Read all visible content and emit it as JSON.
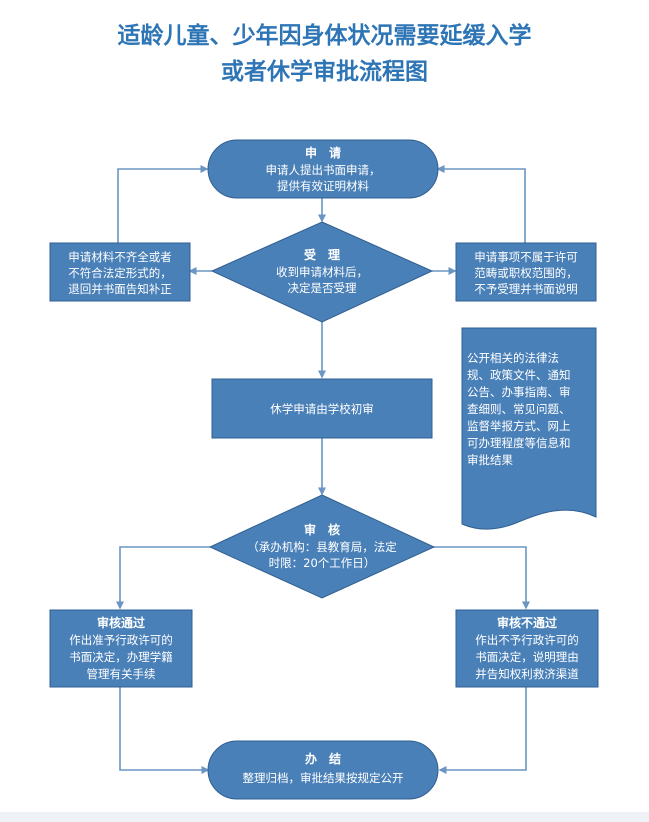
{
  "title": {
    "line1": "适龄儿童、少年因身体状况需要延缓入学",
    "line2": "或者休学审批流程图"
  },
  "nodes": {
    "apply": {
      "heading": "申　请",
      "lines": [
        "申请人提出书面申请，",
        "提供有效证明材料"
      ]
    },
    "accept": {
      "heading": "受　理",
      "lines": [
        "收到申请材料后，",
        "决定是否受理"
      ]
    },
    "reject_incomplete": {
      "lines": [
        "申请材料不齐全或者",
        "不符合法定形式的，",
        "退回并书面告知补正"
      ]
    },
    "reject_scope": {
      "lines": [
        "申请事项不属于许可",
        "范畴或职权范围的，",
        "不予受理并书面说明"
      ]
    },
    "school_review": {
      "lines": [
        "休学申请由学校初审"
      ]
    },
    "disclosure": {
      "lines": [
        "公开相关的法律法",
        "规、政策文件、通知",
        "公告、办事指南、审",
        "查细则、常见问题、",
        "监督举报方式、网上",
        "可办理程度等信息和",
        "审批结果"
      ]
    },
    "review": {
      "heading": "审　核",
      "lines": [
        "（承办机构：县教育局，法定",
        "时限：20个工作日）"
      ]
    },
    "approved": {
      "heading": "审核通过",
      "lines": [
        "作出准予行政许可的",
        "书面决定，办理学籍",
        "管理有关手续"
      ]
    },
    "denied": {
      "heading": "审核不通过",
      "lines": [
        "作出不予行政许可的",
        "书面决定，说明理由",
        "并告知权利救济渠道"
      ]
    },
    "finish": {
      "heading": "办　结",
      "lines": [
        "整理归档，审批结果按规定公开"
      ]
    }
  },
  "colors": {
    "title": "#2e75b6",
    "shape_fill": "#4a80b8",
    "arrow": "#6b95c3"
  }
}
